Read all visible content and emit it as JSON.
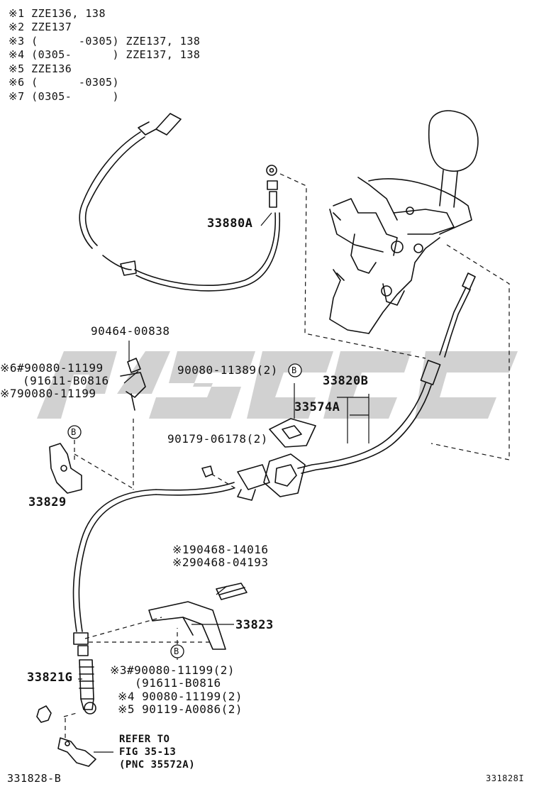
{
  "notes": [
    "※1 ZZE136, 138",
    "※2 ZZE137",
    "※3 (      -0305) ZZE137, 138",
    "※4 (0305-      ) ZZE137, 138",
    "※5 ZZE136",
    "※6 (      -0305)",
    "※7 (0305-      )"
  ],
  "callouts": {
    "p33880A": "33880A",
    "p90464": "90464-00838",
    "p6_90080": "※6#90080-11199",
    "p6_91611": "(91611-B0816",
    "p7_90080": "※790080-11199",
    "p90080_11389": "90080-11389(2)",
    "p33820B": "33820B",
    "p33574A": "33574A",
    "p90179": "90179-06178(2)",
    "p33829": "33829",
    "p1_90468": "※190468-14016",
    "p2_90468": "※290468-04193",
    "p33823": "33823",
    "p33821G": "33821G",
    "p3_90080": "※3#90080-11199(2)",
    "p3_91611": "(91611-B0816",
    "p4_90080": "※4 90080-11199(2)",
    "p5_90119": "※5 90119-A0086(2)"
  },
  "markers": {
    "b": "B"
  },
  "refer": [
    "REFER TO",
    "FIG 35-13",
    "(PNC 35572A)"
  ],
  "footer": {
    "left": "331828-B",
    "right": "331828I"
  },
  "watermark": {
    "color": "#c8c8c8"
  }
}
